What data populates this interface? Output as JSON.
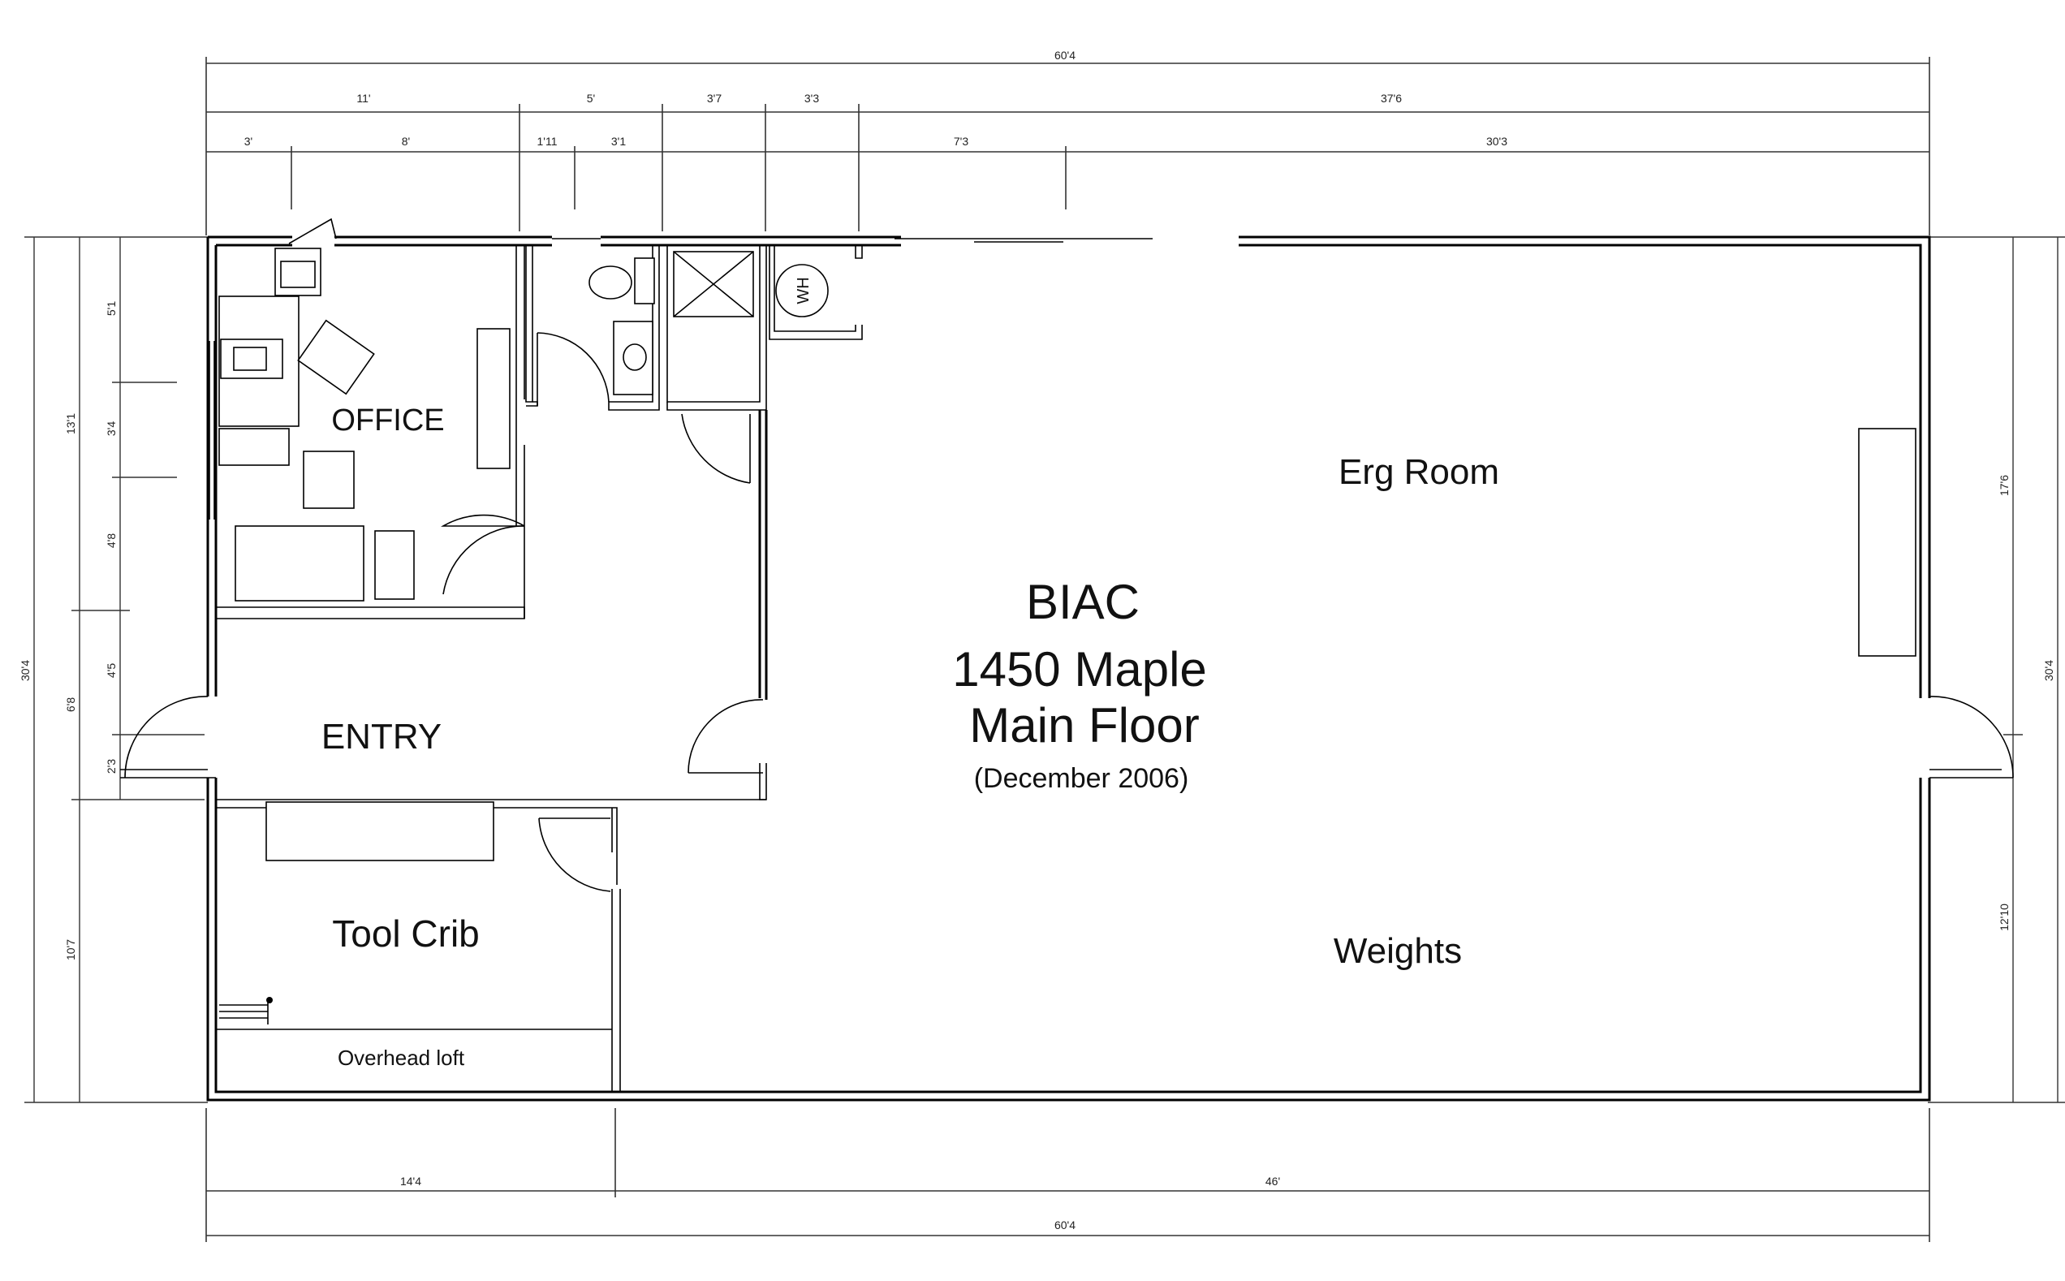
{
  "title": {
    "line1": "BIAC",
    "line2": "1450 Maple",
    "line3": "Main Floor",
    "date": "(December 2006)"
  },
  "rooms": {
    "office": "OFFICE",
    "entry": "ENTRY",
    "erg_room": "Erg Room",
    "weights": "Weights",
    "tool_crib": "Tool Crib",
    "overhead_loft": "Overhead loft",
    "water_heater": "WH"
  },
  "dimensions": {
    "top_overall": "60'4",
    "top_row1": [
      "11'",
      "5'",
      "3'7",
      "3'3",
      "37'6"
    ],
    "top_row2": [
      "3'",
      "8'",
      "1'11",
      "3'1",
      "7'3",
      "30'3"
    ],
    "bottom_row": [
      "14'4",
      "46'"
    ],
    "bottom_overall": "60'4",
    "left_overall": "30'4",
    "left_mid": [
      "13'1",
      "6'8",
      "10'7"
    ],
    "left_inner": [
      "5'1",
      "3'4",
      "4'8",
      "4'5",
      "2'3"
    ],
    "right_outer": "30'4",
    "right_inner": [
      "17'6",
      "12'10"
    ]
  }
}
